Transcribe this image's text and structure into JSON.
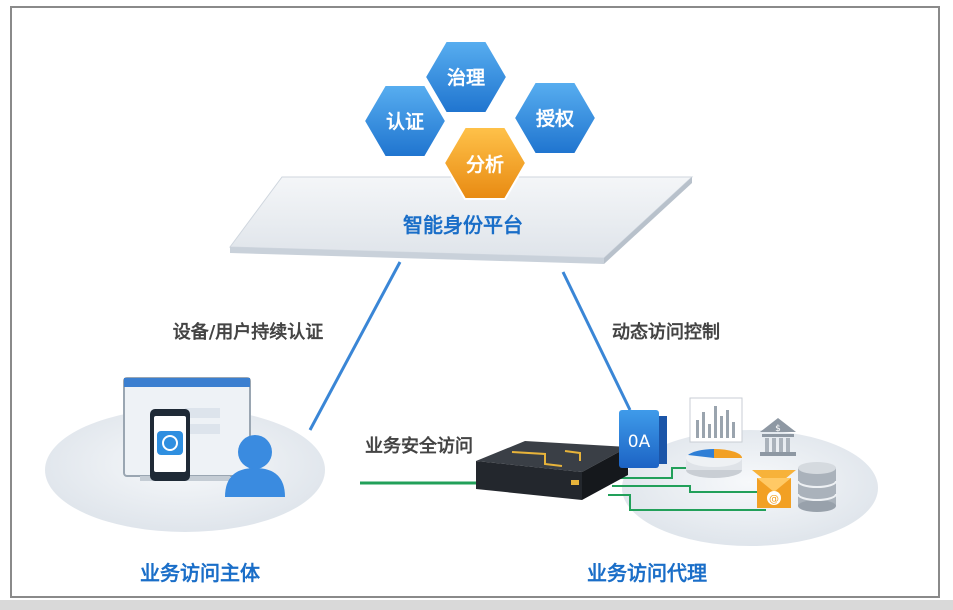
{
  "hexagons": [
    {
      "id": "governance",
      "label": "治理",
      "color": "#2f8fe0"
    },
    {
      "id": "authentication",
      "label": "认证",
      "color": "#2f8fe0"
    },
    {
      "id": "authorization",
      "label": "授权",
      "color": "#2f8fe0"
    },
    {
      "id": "analysis",
      "label": "分析",
      "color": "#f2a024"
    }
  ],
  "platform": {
    "label": "智能身份平台"
  },
  "links": {
    "left": "设备/用户持续认证",
    "right": "动态访问控制",
    "bottom": "业务安全访问"
  },
  "nodes": {
    "subject": "业务访问主体",
    "proxy": "业务访问代理"
  },
  "icons": {
    "oa": "0A",
    "dollar": "$",
    "at": "@"
  },
  "colors": {
    "heading_blue": "#1a6ec8",
    "link_blue": "#3a86d6",
    "link_green": "#22a05a",
    "text_gray": "#444444"
  }
}
